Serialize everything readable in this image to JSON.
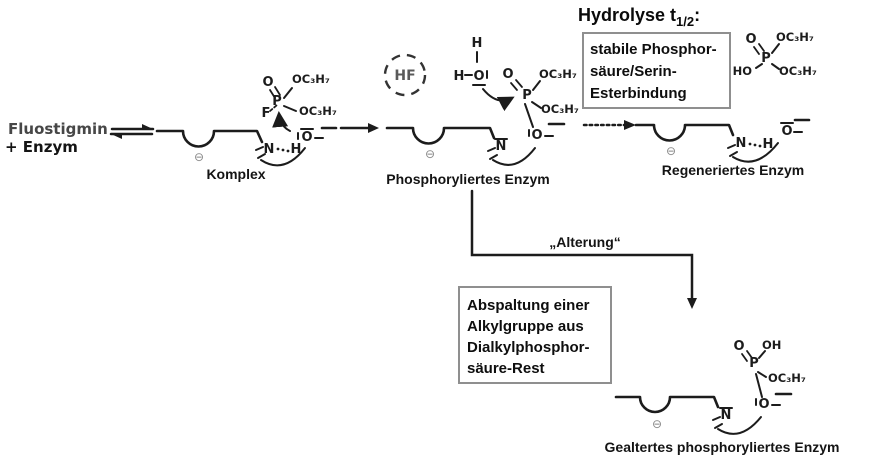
{
  "colors": {
    "ink": "#1c1c1c",
    "charge_gray": "#8a8a8a",
    "hf_gray": "#5a5a5a",
    "box_border": "#8f8f8f",
    "background": "#ffffff"
  },
  "heading": {
    "pre": "Hydrolyse t",
    "sub": "1/2",
    "post": ":"
  },
  "reactant": {
    "line1": "Fluostigmin",
    "line2": "+ Enzym"
  },
  "labels": {
    "komplex": "Komplex",
    "phosphorylated": "Phosphoryliertes Enzym",
    "regenerated": "Regeneriertes Enzym",
    "aged": "Gealtertes phosphoryliertes Enzym",
    "aging": "„Alterung“",
    "hf": "HF"
  },
  "info_boxes": {
    "stable_ester": {
      "line1": "stabile Phosphor-",
      "line2": "säure/Serin-",
      "line3": "Esterbindung"
    },
    "cleavage": {
      "line1": "Abspaltung einer",
      "line2": "Alkylgruppe aus",
      "line3": "Dialkylphosphor-",
      "line4": "säure-Rest"
    }
  },
  "atoms": {
    "O": "O",
    "P": "P",
    "F": "F",
    "N": "N",
    "H": "H",
    "HO": "HO",
    "OH": "OH",
    "OC3H7": "OC₃H₇",
    "charge": "⊖"
  }
}
